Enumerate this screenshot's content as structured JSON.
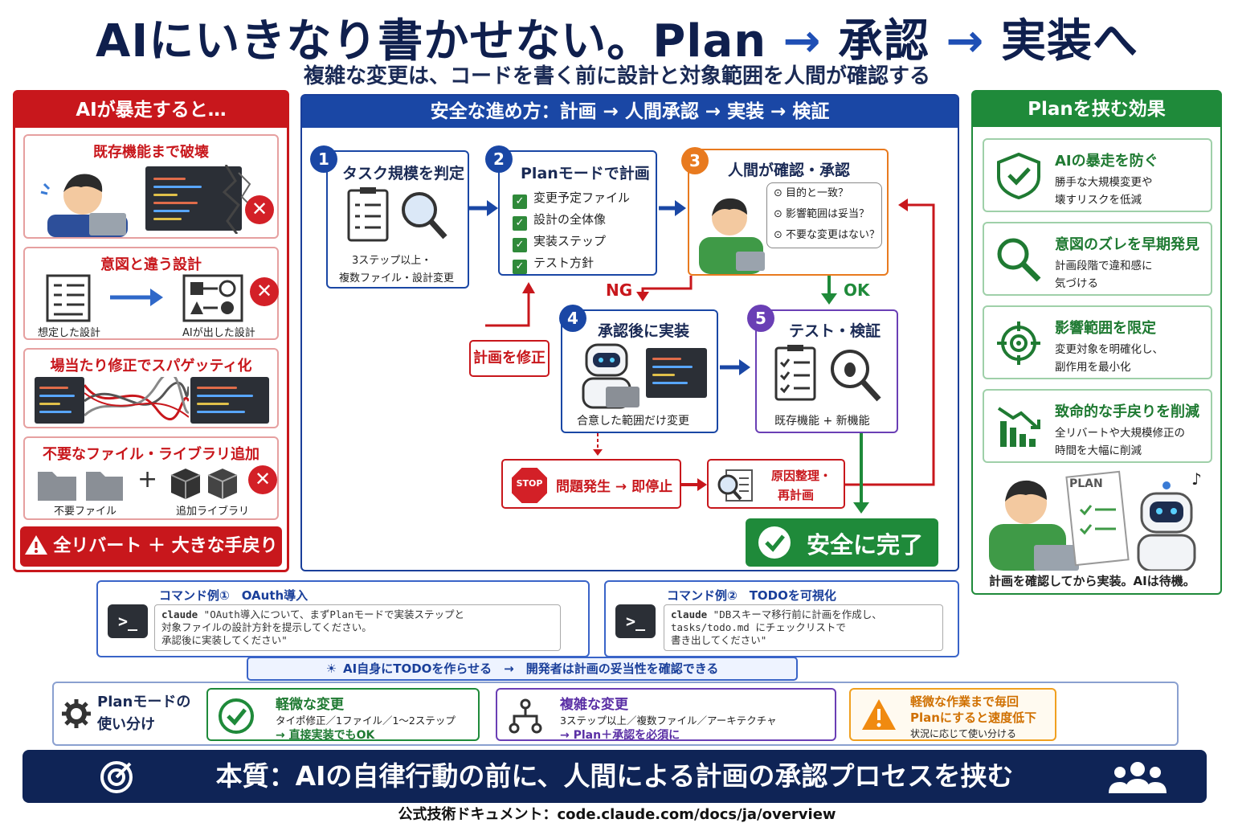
{
  "header": {
    "title_part1": "AIにいきなり書かせない。Plan",
    "title_part2": "承認",
    "title_part3": "実装へ",
    "arrow": "→",
    "subtitle": "複雑な変更は、コードを書く前に設計と対象範囲を人間が確認する"
  },
  "left": {
    "title": "AIが暴走すると…",
    "card1": {
      "title": "既存機能まで破壊"
    },
    "card2": {
      "title": "意図と違う設計",
      "label_a": "想定した設計",
      "label_b": "AIが出した設計"
    },
    "card3": {
      "title": "場当たり修正でスパゲッティ化"
    },
    "card4": {
      "title": "不要なファイル・ライブラリ追加",
      "label_a": "不要ファイル",
      "plus": "+",
      "label_b": "追加ライブラリ"
    },
    "footer": "全リバート ＋ 大きな手戻り",
    "x": "✕"
  },
  "center": {
    "title": "安全な進め方：計画 → 人間承認 → 実装 → 検証",
    "step1": {
      "num": "1",
      "title": "タスク規模を判定",
      "desc1": "3ステップ以上・",
      "desc2": "複数ファイル・設計変更"
    },
    "step2": {
      "num": "2",
      "title": "Planモードで計画",
      "items": [
        "変更予定ファイル",
        "設計の全体像",
        "実装ステップ",
        "テスト方針"
      ]
    },
    "step3": {
      "num": "3",
      "title": "人間が確認・承認",
      "q1": "目的と一致？",
      "q2": "影響範囲は妥当？",
      "q3": "不要な変更はない？"
    },
    "step4": {
      "num": "4",
      "title": "承認後に実装",
      "desc": "合意した範囲だけ変更"
    },
    "step5": {
      "num": "5",
      "title": "テスト・検証",
      "desc": "既存機能 + 新機能"
    },
    "ng": "NG",
    "ok": "OK",
    "revise": "計画を修正",
    "stop_sign": "STOP",
    "stop": "問題発生 → 即停止",
    "replan1": "原因整理・",
    "replan2": "再計画",
    "done": "安全に完了"
  },
  "right": {
    "title": "Planを挟む効果",
    "cards": [
      {
        "title": "AIの暴走を防ぐ",
        "d1": "勝手な大規模変更や",
        "d2": "壊すリスクを低減"
      },
      {
        "title": "意図のズレを早期発見",
        "d1": "計画段階で違和感に",
        "d2": "気づける"
      },
      {
        "title": "影響範囲を限定",
        "d1": "変更対象を明確化し、",
        "d2": "副作用を最小化"
      },
      {
        "title": "致命的な手戻りを削減",
        "d1": "全リバートや大規模修正の",
        "d2": "時間を大幅に削減"
      }
    ],
    "plan_doc": "PLAN",
    "note": "♪",
    "caption": "計画を確認してから実装。AIは待機。"
  },
  "commands": [
    {
      "title": "コマンド例①　OAuth導入",
      "kw": "claude",
      "l1": " \"OAuth導入について、まずPlanモードで実装ステップと",
      "l2": "対象ファイルの設計方針を提示してください。",
      "l3": "承認後に実装してください\""
    },
    {
      "title": "コマンド例②　TODOを可視化",
      "kw": "claude",
      "l1": " \"DBスキーマ移行前に計画を作成し、",
      "l2": "tasks/todo.md にチェックリストで",
      "l3": "書き出してください\""
    }
  ],
  "terminal_prompt": ">_",
  "tip": "AI自身にTODOを作らせる　→　開発者は計画の妥当性を確認できる",
  "usage": {
    "label1": "Planモードの",
    "label2": "使い分け",
    "minor": {
      "title": "軽微な変更",
      "d1": "タイポ修正／1ファイル／1〜2ステップ",
      "d2": "→ 直接実装でもOK"
    },
    "complex": {
      "title": "複雑な変更",
      "d1": "3ステップ以上／複数ファイル／アーキテクチャ",
      "d2": "→ Plan＋承認を必須に"
    },
    "warn": {
      "l1": "軽微な作業まで毎回",
      "l2": "Planにすると速度低下",
      "l3": "状況に応じて使い分ける"
    }
  },
  "essence": "本質：AIの自律行動の前に、人間による計画の承認プロセスを挟む",
  "footer": "公式技術ドキュメント：code.claude.com/docs/ja/overview"
}
